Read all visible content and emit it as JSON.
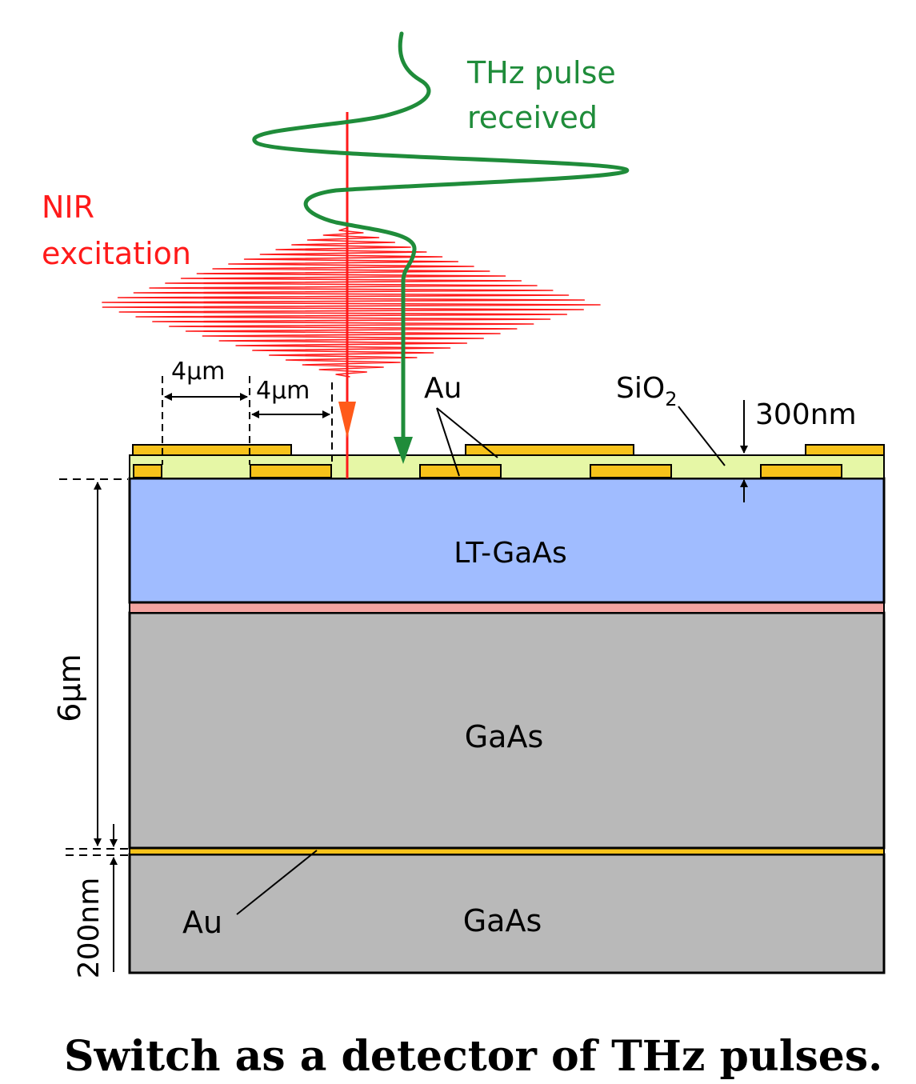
{
  "labels": {
    "thz_line1": "THz pulse",
    "thz_line2": "received",
    "nir_line1": "NIR",
    "nir_line2": "excitation",
    "gap1": "4μm",
    "gap2": "4μm",
    "au_top": "Au",
    "sio2_main": "SiO",
    "sio2_sub": "2",
    "thickness_sio2": "300nm",
    "lt_gaas": "LT-GaAs",
    "gaas_upper": "GaAs",
    "gaas_lower": "GaAs",
    "au_bottom": "Au",
    "depth_6um": "6μm",
    "depth_200nm": "200nm"
  },
  "caption": "Switch as a detector of THz pulses.",
  "colors": {
    "thz": "#1f8c3a",
    "nir": "#ff1a1a",
    "nir_arrow": "#ff5a1a",
    "gold": "#f7c21a",
    "sio2": "#e6f7a6",
    "lt_gaas": "#a0bcff",
    "interlayer": "#f4a3a0",
    "gaas": "#b9b9b9"
  }
}
